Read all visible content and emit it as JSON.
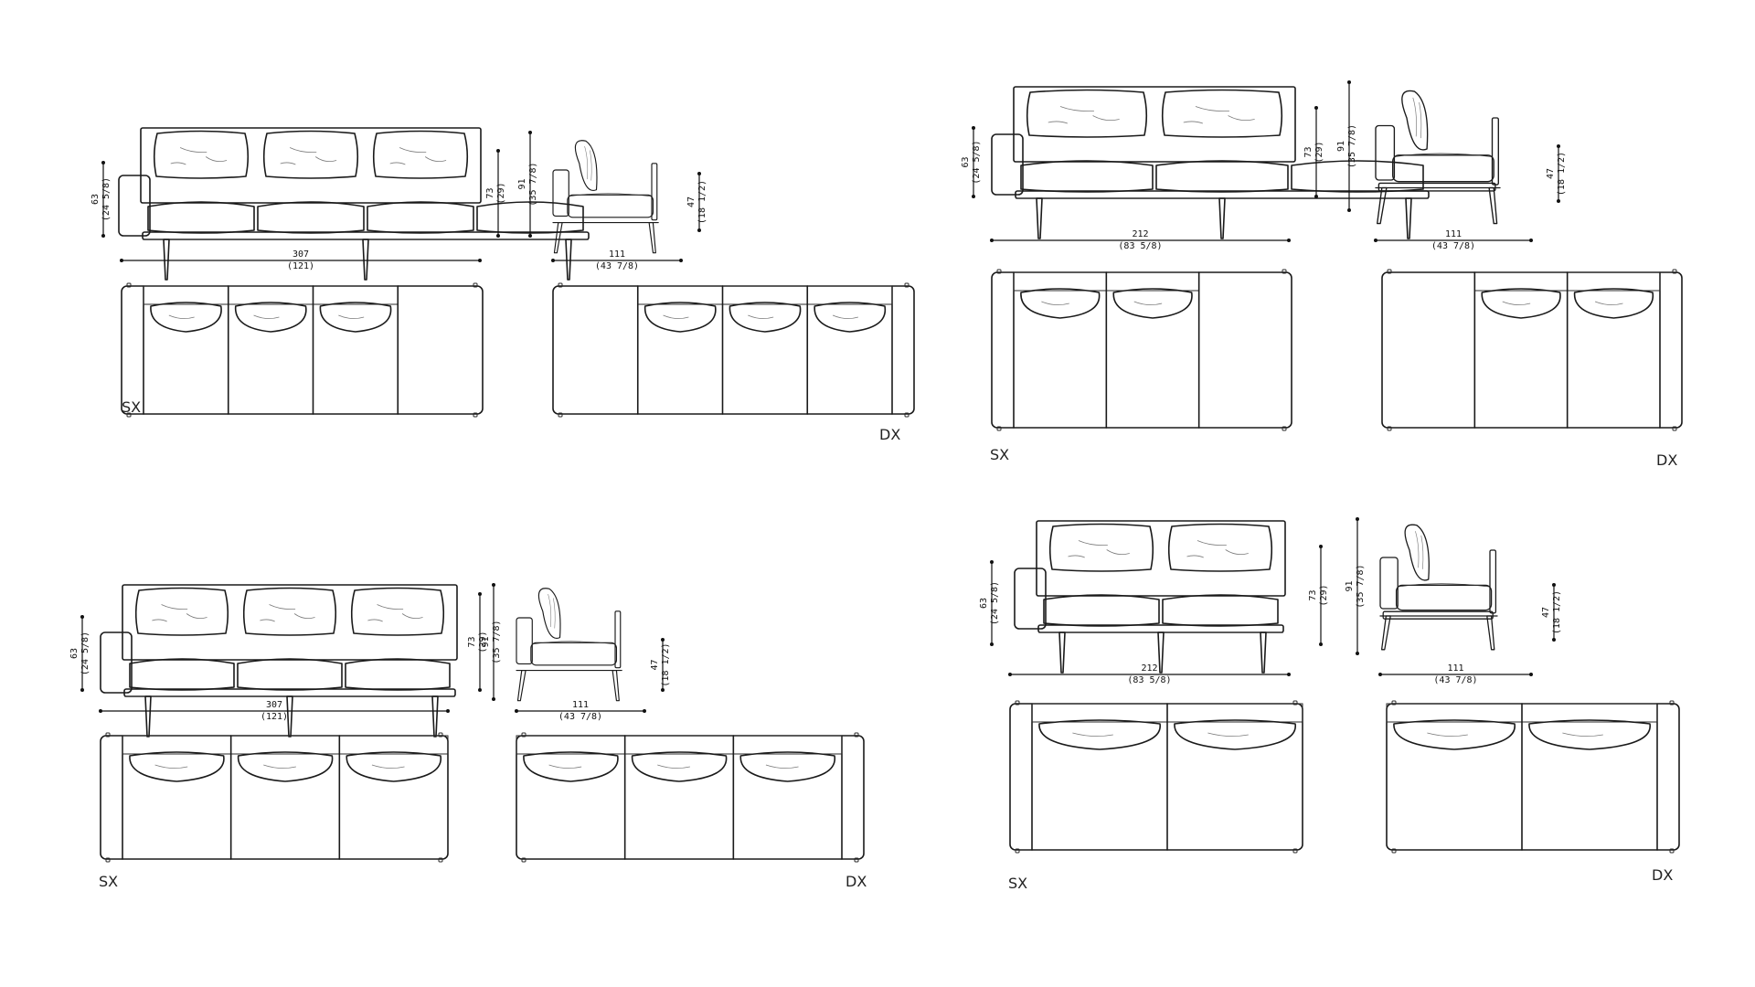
{
  "drawing": {
    "groups": [
      {
        "id": "g1",
        "front": {
          "kind": "3",
          "chaise": true
        },
        "side": {
          "frame": "open"
        },
        "plans": [
          {
            "kind": "3-open-right"
          },
          {
            "kind": "3-open-left"
          }
        ],
        "labels": {
          "height": {
            "cm": "63",
            "in": "(24 5/8)"
          },
          "seat": {
            "cm": "73",
            "in": "(29)"
          },
          "back": {
            "cm": "91",
            "in": "(35 7/8)"
          },
          "arm": {
            "cm": "47",
            "in": "(18 1/2)"
          },
          "width": {
            "cm": "307",
            "in": "(121)"
          },
          "depth": {
            "cm": "111",
            "in": "(43 7/8)"
          }
        },
        "sx": "SX",
        "dx": "DX"
      },
      {
        "id": "g2",
        "front": {
          "kind": "2",
          "chaise": true
        },
        "side": {
          "frame": "closed"
        },
        "plans": [
          {
            "kind": "2-open-right"
          },
          {
            "kind": "2-open-left"
          }
        ],
        "labels": {
          "height": {
            "cm": "63",
            "in": "(24 5/8)"
          },
          "seat": {
            "cm": "73",
            "in": "(29)"
          },
          "back": {
            "cm": "91",
            "in": "(35 7/8)"
          },
          "arm": {
            "cm": "47",
            "in": "(18 1/2)"
          },
          "width": {
            "cm": "212",
            "in": "(83 5/8)"
          },
          "depth": {
            "cm": "111",
            "in": "(43 7/8)"
          }
        },
        "sx": "SX",
        "dx": "DX"
      },
      {
        "id": "g3",
        "front": {
          "kind": "3",
          "chaise": false
        },
        "side": {
          "frame": "open"
        },
        "plans": [
          {
            "kind": "3-arm-left"
          },
          {
            "kind": "3-arm-right"
          }
        ],
        "labels": {
          "height": {
            "cm": "63",
            "in": "(24 5/8)"
          },
          "seat": {
            "cm": "73",
            "in": "(29)"
          },
          "back": {
            "cm": "91",
            "in": "(35 7/8)"
          },
          "arm": {
            "cm": "47",
            "in": "(18 1/2)"
          },
          "width": {
            "cm": "307",
            "in": "(121)"
          },
          "depth": {
            "cm": "111",
            "in": "(43 7/8)"
          }
        },
        "sx": "SX",
        "dx": "DX"
      },
      {
        "id": "g4",
        "front": {
          "kind": "2",
          "chaise": false
        },
        "side": {
          "frame": "closed"
        },
        "plans": [
          {
            "kind": "2-arm-left"
          },
          {
            "kind": "2-arm-right"
          }
        ],
        "labels": {
          "height": {
            "cm": "63",
            "in": "(24 5/8)"
          },
          "seat": {
            "cm": "73",
            "in": "(29)"
          },
          "back": {
            "cm": "91",
            "in": "(35 7/8)"
          },
          "arm": {
            "cm": "47",
            "in": "(18 1/2)"
          },
          "width": {
            "cm": "212",
            "in": "(83 5/8)"
          },
          "depth": {
            "cm": "111",
            "in": "(43 7/8)"
          }
        },
        "sx": "SX",
        "dx": "DX"
      }
    ]
  },
  "style": {
    "line_color": "#1a1a1a",
    "background": "#ffffff"
  }
}
